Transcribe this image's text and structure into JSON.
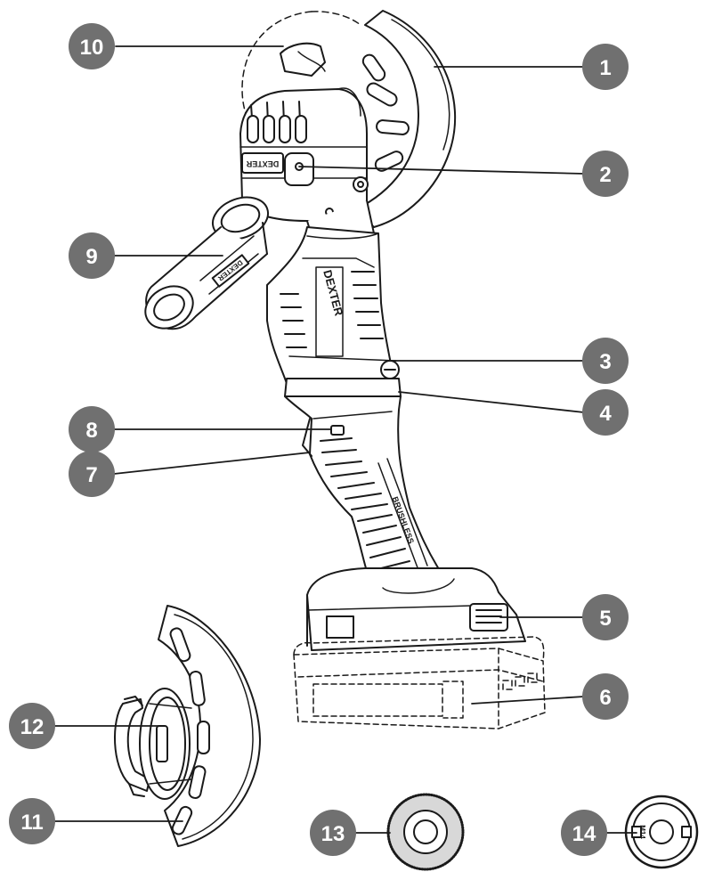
{
  "diagram": {
    "colors": {
      "line": "#1a1a1a",
      "badge_fill": "#707070",
      "badge_text": "#ffffff",
      "background": "#ffffff"
    },
    "callouts": [
      {
        "id": "c10",
        "label": "10"
      },
      {
        "id": "c1",
        "label": "1"
      },
      {
        "id": "c2",
        "label": "2"
      },
      {
        "id": "c9",
        "label": "9"
      },
      {
        "id": "c3",
        "label": "3"
      },
      {
        "id": "c4",
        "label": "4"
      },
      {
        "id": "c8",
        "label": "8"
      },
      {
        "id": "c7",
        "label": "7"
      },
      {
        "id": "c5",
        "label": "5"
      },
      {
        "id": "c6",
        "label": "6"
      },
      {
        "id": "c12",
        "label": "12"
      },
      {
        "id": "c11",
        "label": "11"
      },
      {
        "id": "c13",
        "label": "13"
      },
      {
        "id": "c14",
        "label": "14"
      }
    ],
    "brand": {
      "head_text": "DEXTER",
      "body_text": "DEXTER",
      "handle_text": "DEXTER",
      "grip_text": "BRUSHLESS",
      "nut_text": "M14"
    }
  }
}
